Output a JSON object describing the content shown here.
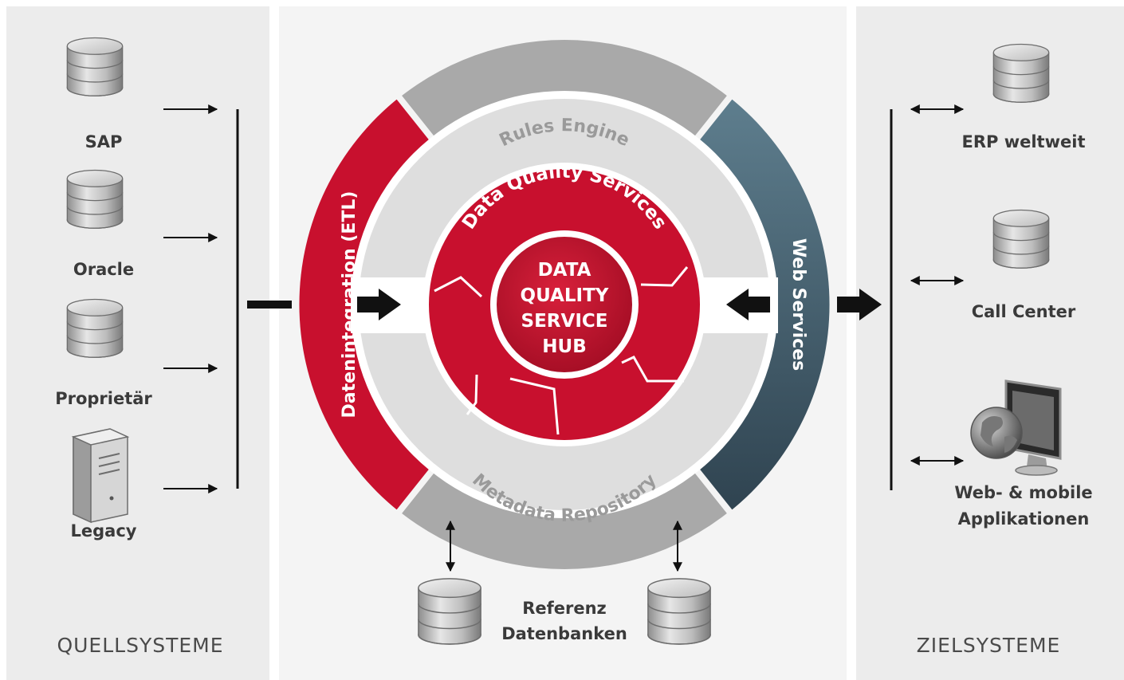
{
  "colors": {
    "panel_bg": "#ececec",
    "center_bg": "#f5f5f5",
    "red": "#c8102e",
    "red_dark": "#a50d26",
    "steel_blue": "#4a6472",
    "gray_ring": "#a9a9a9",
    "light_gray": "#dcdcdc"
  },
  "sources": {
    "section_title": "QUELLSYSTEME",
    "items": [
      {
        "label": "SAP",
        "icon": "database-icon"
      },
      {
        "label": "Oracle",
        "icon": "database-icon"
      },
      {
        "label": "Proprietär",
        "icon": "database-icon"
      },
      {
        "label": "Legacy",
        "icon": "server-tower-icon"
      }
    ]
  },
  "targets": {
    "section_title": "ZIELSYSTEME",
    "items": [
      {
        "label": "ERP weltweit",
        "icon": "database-icon"
      },
      {
        "label": "Call Center",
        "icon": "database-icon"
      },
      {
        "label_line1": "Web- & mobile",
        "label_line2": "Applikationen",
        "icon": "globe-monitor-icon"
      }
    ]
  },
  "hub": {
    "outer_left": "Datenintegration  (ETL)",
    "outer_right": "Web Services",
    "middle_top": "Rules Engine",
    "middle_bottom": "Metadata Repository",
    "inner_ring": "Data Quality Services",
    "core_lines": [
      "DATA",
      "QUALITY",
      "SERVICE",
      "HUB"
    ]
  },
  "reference": {
    "line1": "Referenz",
    "line2": "Datenbanken",
    "icon": "database-icon"
  }
}
